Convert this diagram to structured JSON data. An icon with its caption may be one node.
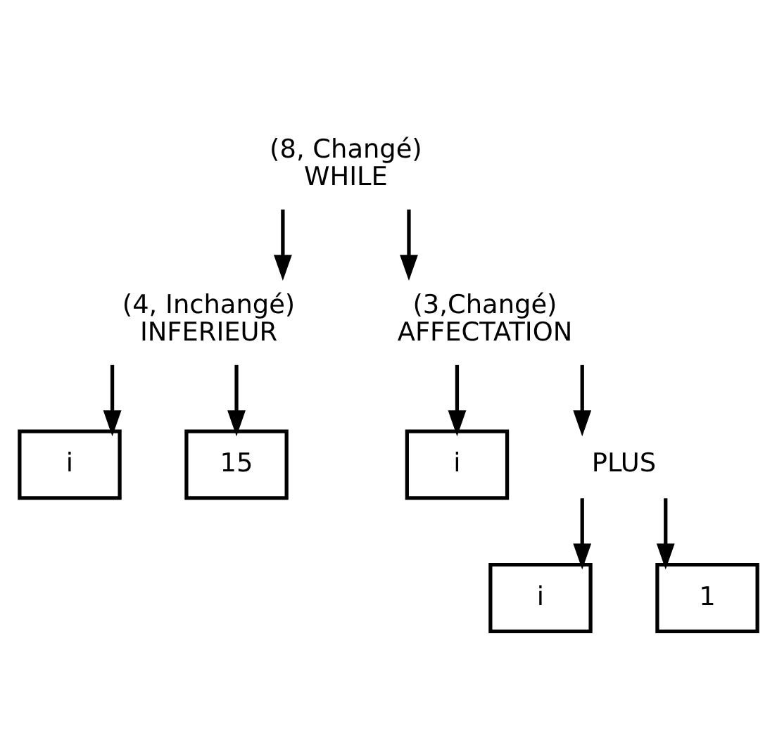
{
  "diagram": {
    "nodes": [
      {
        "text": [
          "(8, Changé)",
          "WHILE"
        ]
      },
      {
        "text": [
          "(4, Inchangé)",
          "INFERIEUR"
        ]
      },
      {
        "text": [
          "(3,Changé)",
          "AFFECTATION"
        ]
      },
      {
        "text": [
          "i"
        ]
      },
      {
        "text": [
          "15"
        ]
      },
      {
        "text": [
          "i"
        ]
      },
      {
        "text": [
          "PLUS"
        ]
      },
      {
        "text": [
          "i"
        ]
      },
      {
        "text": [
          "1"
        ]
      }
    ],
    "edges": [
      {
        "from": 0,
        "to": 1,
        "arrow": "to"
      },
      {
        "from": 0,
        "to": 2,
        "arrow": "to"
      },
      {
        "from": 1,
        "to": 3,
        "arrow": "to"
      },
      {
        "from": 1,
        "to": 4,
        "arrow": "to"
      },
      {
        "from": 2,
        "to": 5,
        "arrow": "to"
      },
      {
        "from": 2,
        "to": 6,
        "arrow": "to"
      },
      {
        "from": 6,
        "to": 7,
        "arrow": "to"
      },
      {
        "from": 6,
        "to": 8,
        "arrow": "to"
      }
    ]
  }
}
